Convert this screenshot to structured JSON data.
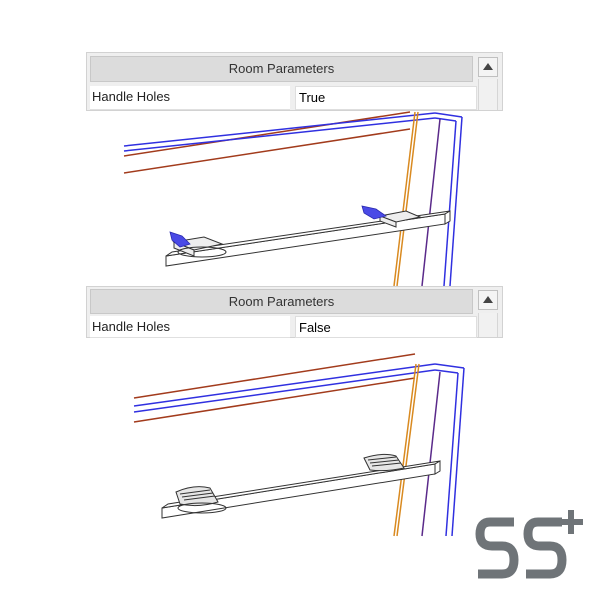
{
  "panels": [
    {
      "header": "Room Parameters",
      "property": {
        "name": "Handle Holes",
        "value": "True"
      }
    },
    {
      "header": "Room Parameters",
      "property": {
        "name": "Handle Holes",
        "value": "False"
      }
    }
  ],
  "icons": {
    "scroll_up": "triangle-up-icon",
    "logo": "ss-plus-logo"
  },
  "colors": {
    "wall_red": "#a23b1c",
    "wall_blue": "#3030e0",
    "post_orange": "#d98a20",
    "post_purple": "#5a2a8a",
    "handle_hole_highlight": "#4a4ae6",
    "logo_gray": "#6f7478"
  }
}
